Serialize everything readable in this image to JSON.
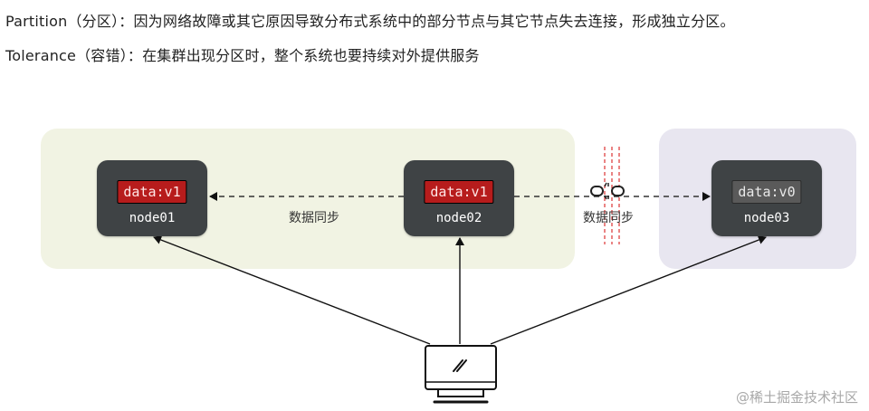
{
  "text": {
    "partition_line": "Partition（分区）：因为网络故障或其它原因导致分布式系统中的部分节点与其它节点失去连接，形成独立分区。",
    "tolerance_line": "Tolerance（容错）：在集群出现分区时，整个系统也要持续对外提供服务"
  },
  "nodes": [
    {
      "name": "node01",
      "data": "data:v1",
      "color": "#b71c1c"
    },
    {
      "name": "node02",
      "data": "data:v1",
      "color": "#b71c1c"
    },
    {
      "name": "node03",
      "data": "data:v0",
      "color": "#5a5a5a"
    }
  ],
  "sync_labels": [
    "数据同步",
    "数据同步"
  ],
  "icons": {
    "client": "monitor-icon",
    "link": "broken-chain-icon"
  },
  "watermark": "@稀土掘金技术社区",
  "colors": {
    "partition_left": "#f1f3e3",
    "partition_right": "#e8e6f0",
    "node_bg": "#3f4345",
    "cut_line": "#d33"
  }
}
